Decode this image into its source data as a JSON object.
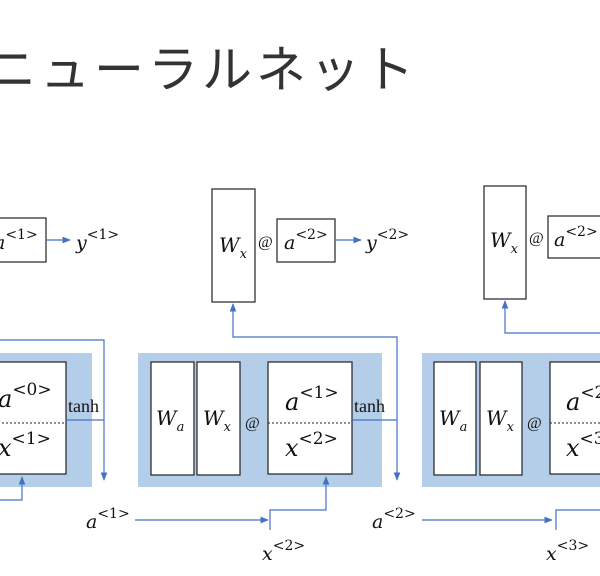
{
  "title": "ニューラルネット",
  "cells": [
    {
      "output_row": {
        "wx_label": "",
        "at_symbol": "",
        "a_label": "a",
        "a_sup": "<1>",
        "y_label": "y",
        "y_sup": "<1>"
      },
      "block": {
        "wa_label": "",
        "wx_label": "",
        "at_symbol": "",
        "top_label": "a",
        "top_sup": "<0>",
        "bottom_label": "x",
        "bottom_sup": "<1>",
        "activation": "tanh"
      },
      "a_out": {
        "label": "a",
        "sup": "<1>"
      },
      "x_in": {
        "label": "",
        "sup": ""
      }
    },
    {
      "output_row": {
        "wx_label": "W",
        "wx_sub": "x",
        "at_symbol": "@",
        "a_label": "a",
        "a_sup": "<2>",
        "y_label": "y",
        "y_sup": "<2>"
      },
      "block": {
        "wa_label": "W",
        "wa_sub": "a",
        "wx_label": "W",
        "wx_sub": "x",
        "at_symbol": "@",
        "top_label": "a",
        "top_sup": "<1>",
        "bottom_label": "x",
        "bottom_sup": "<2>",
        "activation": "tanh"
      },
      "a_out": {
        "label": "a",
        "sup": "<2>"
      },
      "x_in": {
        "label": "x",
        "sup": "<2>"
      }
    },
    {
      "output_row": {
        "wx_label": "W",
        "wx_sub": "x",
        "at_symbol": "@",
        "a_label": "a",
        "a_sup": "<2>"
      },
      "block": {
        "wa_label": "W",
        "wa_sub": "a",
        "wx_label": "W",
        "wx_sub": "x",
        "at_symbol": "@",
        "top_label": "a",
        "top_sup": "<2",
        "bottom_label": "x",
        "bottom_sup": "<3"
      },
      "x_in": {
        "label": "x",
        "sup": "<3>"
      }
    }
  ],
  "colors": {
    "block_fill": "#b4cde9",
    "arrow": "#4472c4",
    "border": "#222222"
  }
}
